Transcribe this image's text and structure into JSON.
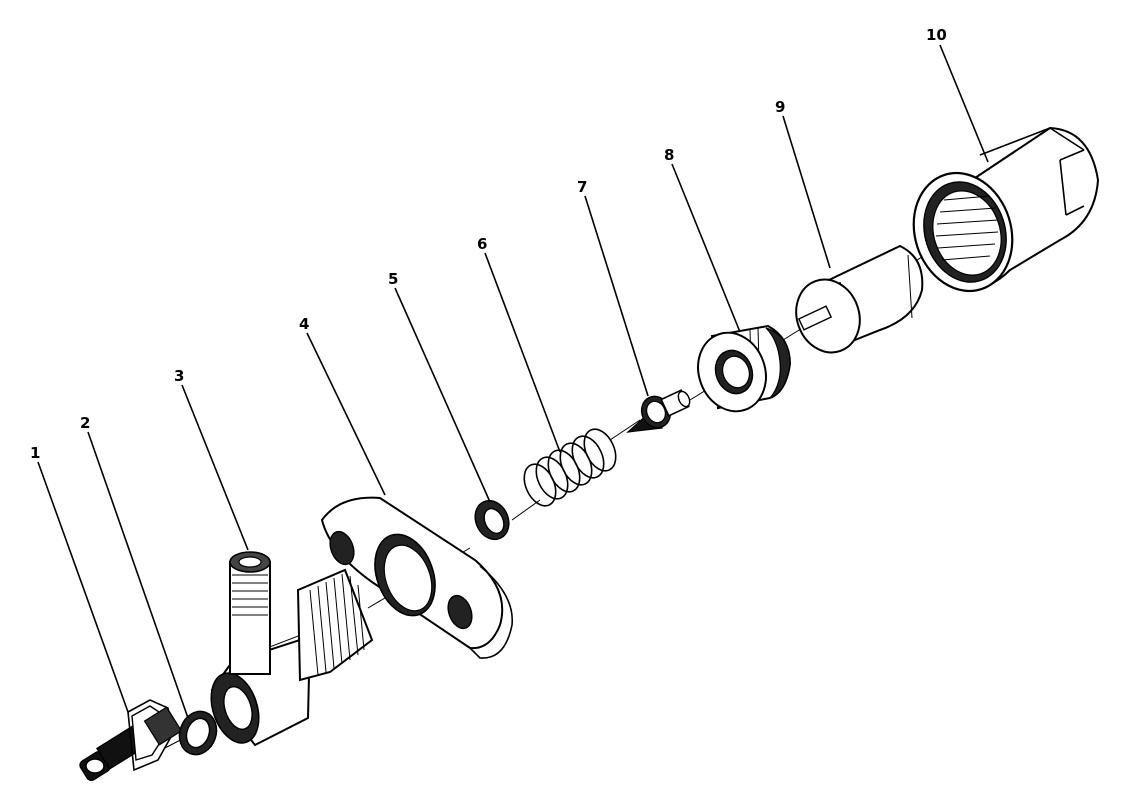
{
  "callouts": [
    "1",
    "2",
    "3",
    "4",
    "5",
    "6",
    "7",
    "8",
    "9",
    "10"
  ],
  "parts": [
    {
      "number": "1",
      "icon": "fitting-icon"
    },
    {
      "number": "2",
      "icon": "washer-icon"
    },
    {
      "number": "3",
      "icon": "elbow-body-icon"
    },
    {
      "number": "4",
      "icon": "flange-gasket-icon"
    },
    {
      "number": "5",
      "icon": "ring-icon"
    },
    {
      "number": "6",
      "icon": "spring-icon"
    },
    {
      "number": "7",
      "icon": "valve-icon"
    },
    {
      "number": "8",
      "icon": "seat-icon"
    },
    {
      "number": "9",
      "icon": "plunger-icon"
    },
    {
      "number": "10",
      "icon": "cap-nut-icon"
    }
  ]
}
